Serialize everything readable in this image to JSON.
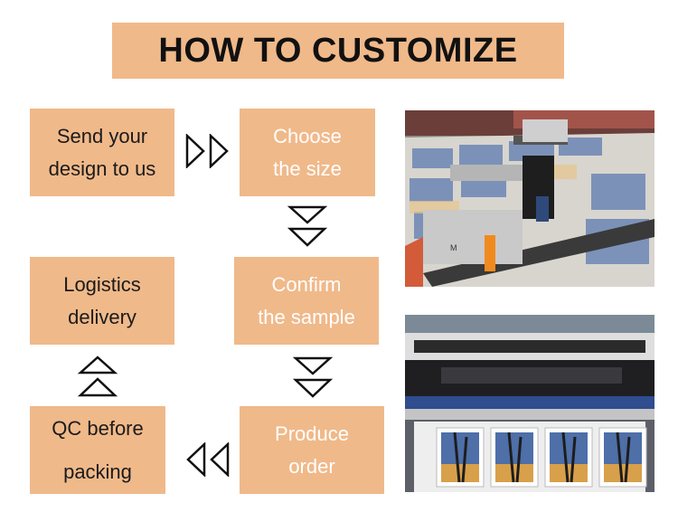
{
  "title": "HOW TO CUSTOMIZE",
  "steps": {
    "send": "Send your\ndesign to us",
    "size": "Choose\nthe size",
    "confirm": "Confirm\nthe sample",
    "produce": "Produce\norder",
    "qc": "QC before\n\npacking",
    "logistics": "Logistics\ndelivery"
  },
  "colors": {
    "box": "#f0b98a",
    "dark_text": "#1b1b1b",
    "light_text": "#ffffff"
  },
  "icons": {
    "right": "double-triangle-right-icon",
    "down": "double-triangle-down-icon",
    "left": "double-triangle-left-icon",
    "up": "double-triangle-up-icon"
  }
}
